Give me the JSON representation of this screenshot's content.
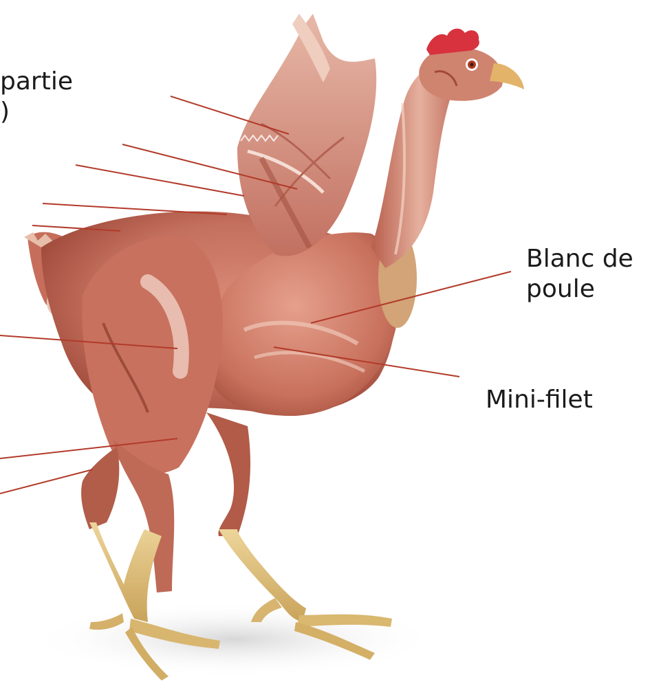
{
  "labels": {
    "top_left_line1": "partie",
    "top_left_line2": ")",
    "breast_line1": "Blanc de",
    "breast_line2": "poule",
    "tenderloin": "Mini-filet"
  },
  "colors": {
    "leader_line": "#b23a2a",
    "muscle_base": "#c4705e",
    "muscle_dark": "#9b4536",
    "muscle_light": "#efc3b3",
    "feet": "#e2c27a",
    "comb": "#d8323f",
    "beak": "#e3b36a"
  },
  "illustration": {
    "subject": "chicken-muscle-anatomy"
  }
}
